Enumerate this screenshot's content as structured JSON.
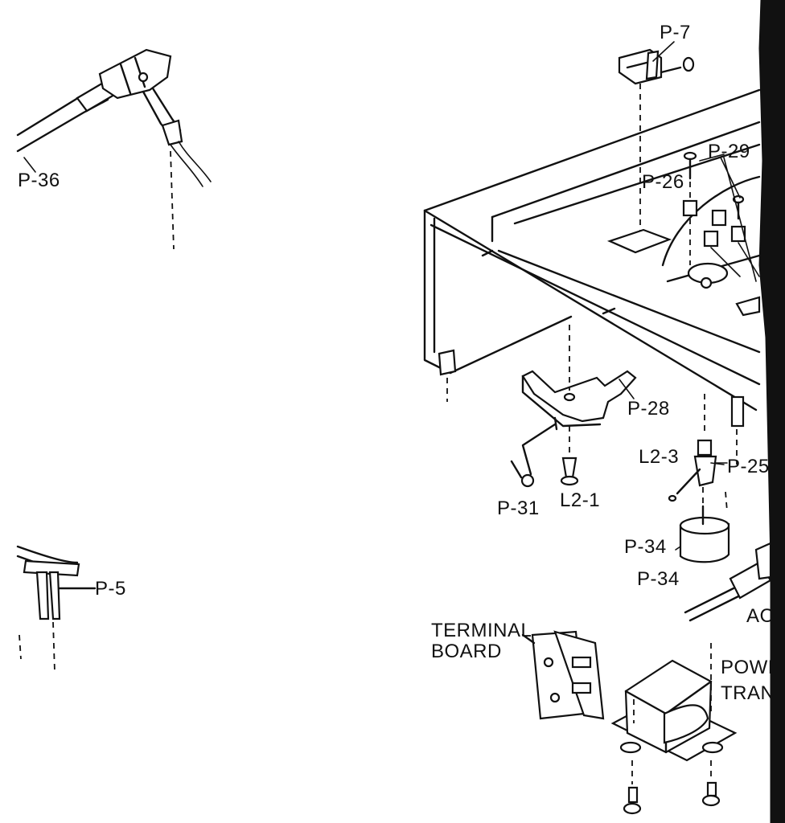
{
  "labels": {
    "p7": "P-7",
    "p36": "P-36",
    "p29": "P-29",
    "p26": "P-26",
    "p28": "P-28",
    "l23": "L2-3",
    "p25": "P-25",
    "p31": "P-31",
    "l21": "L2-1",
    "p34a": "P-34",
    "p34b": "P-34",
    "p5": "P-5",
    "ac": "AC",
    "terminal": "TERMINAL",
    "board": "BOARD",
    "power": "POWE",
    "trans": "TRAN"
  }
}
